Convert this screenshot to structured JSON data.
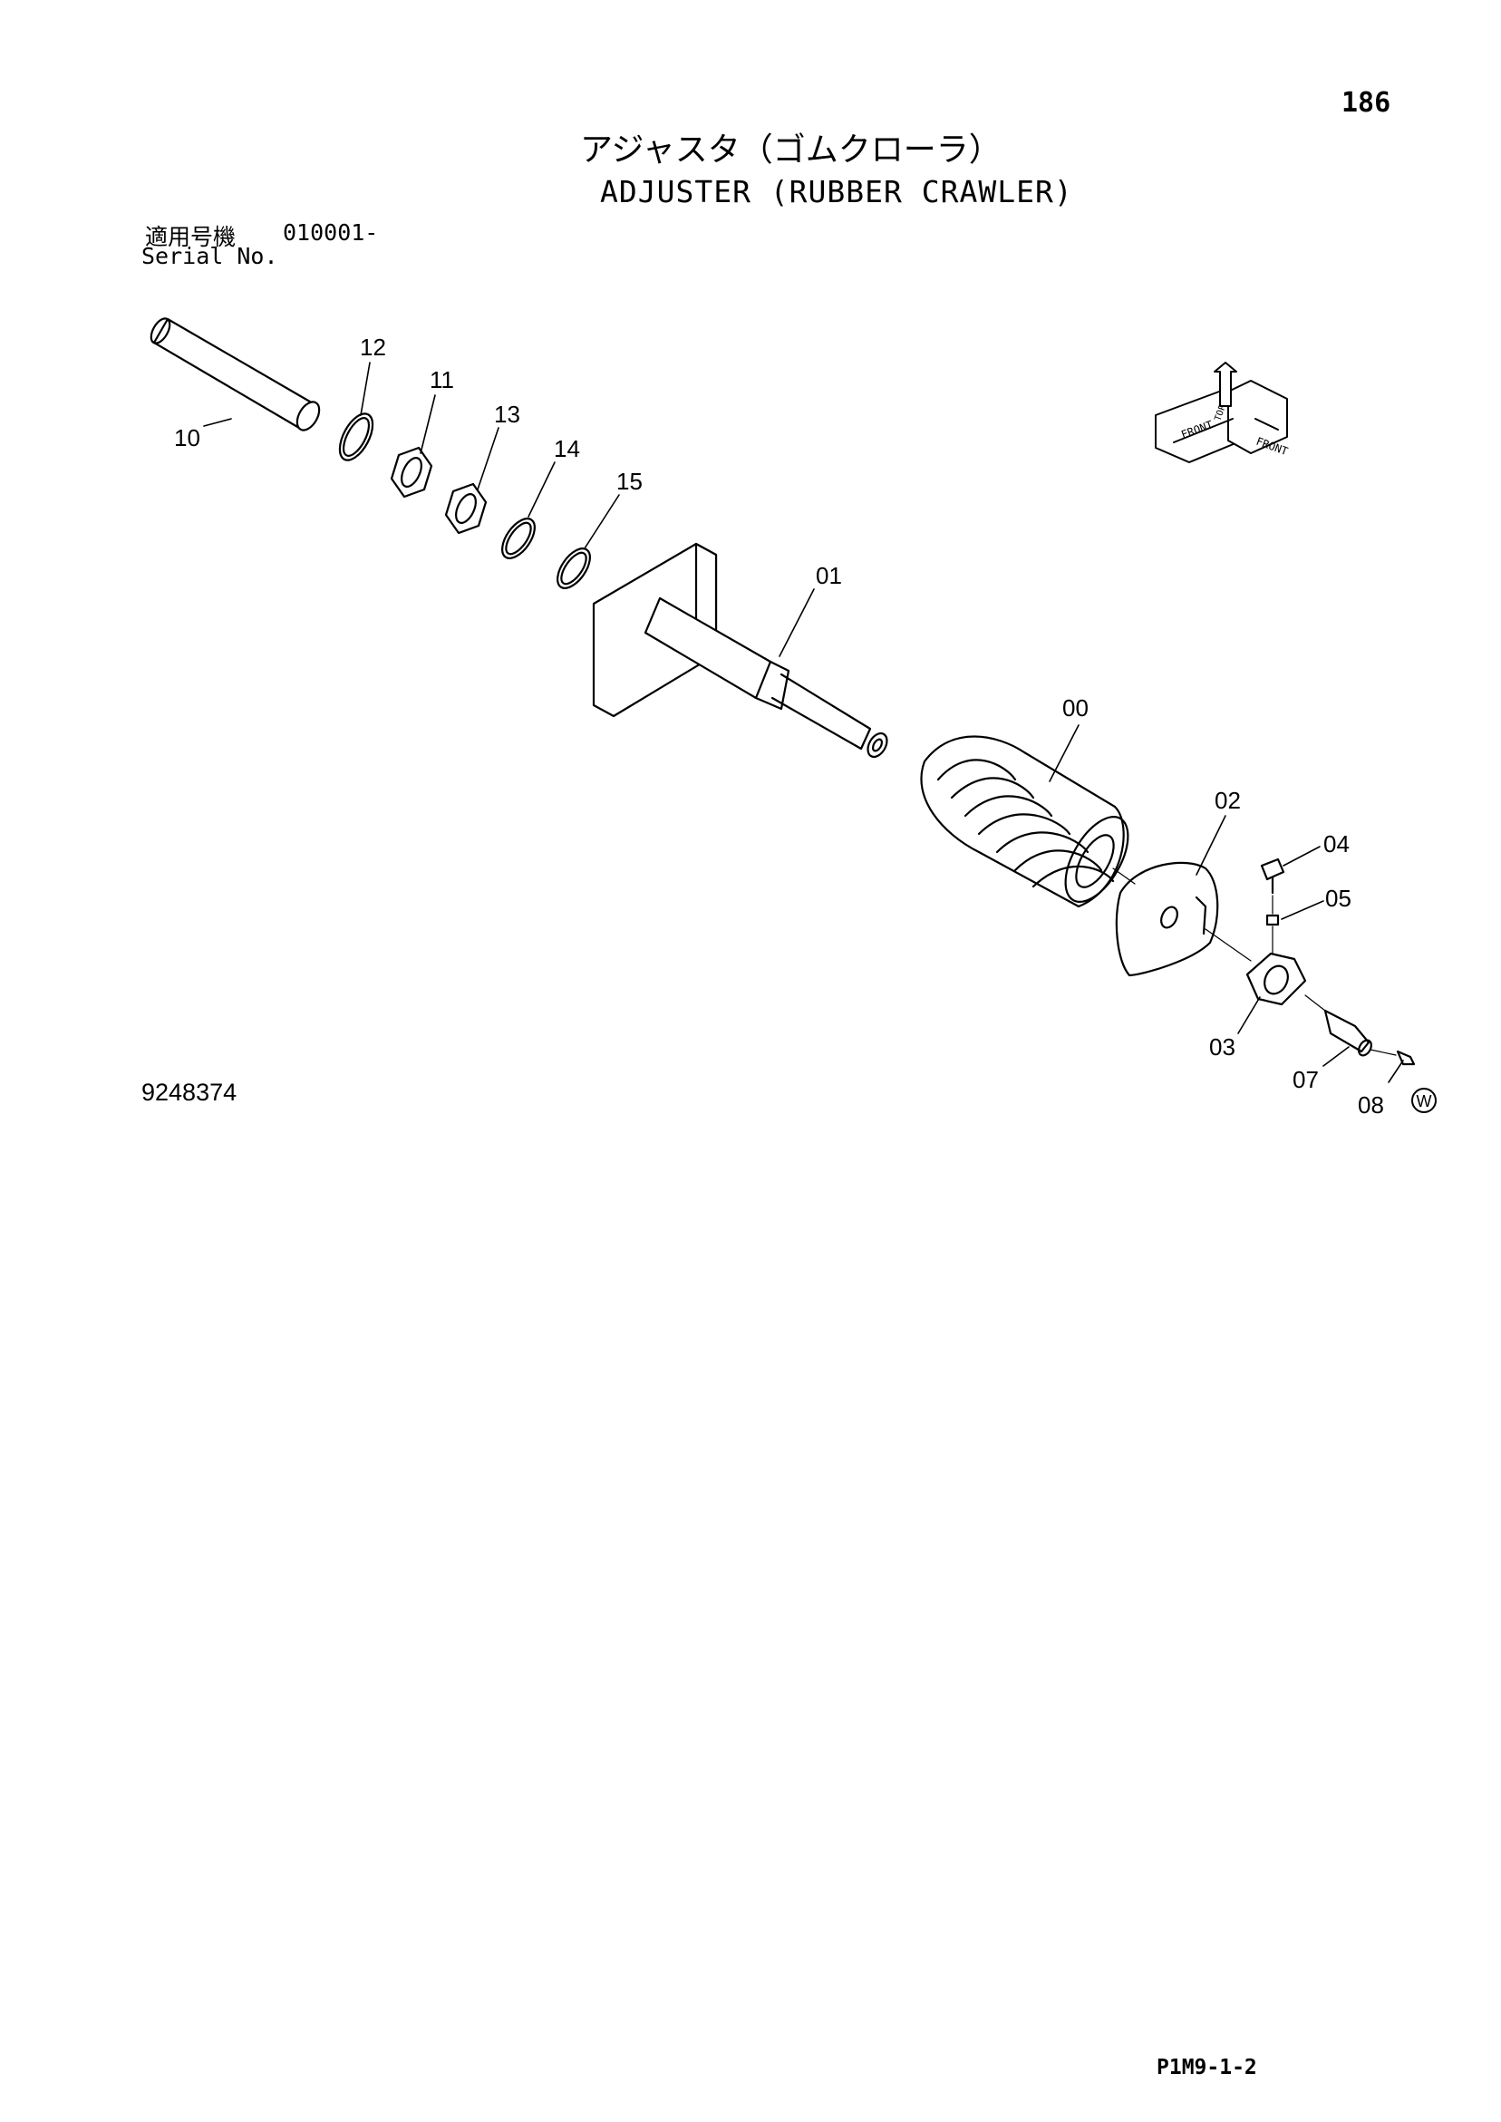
{
  "page": {
    "number": "186",
    "footer_code": "P1M9-1-2"
  },
  "title": {
    "japanese": "アジャスタ（ゴムクローラ）",
    "english": "ADJUSTER (RUBBER CRAWLER)"
  },
  "serial": {
    "label_jp": "適用号機",
    "code": "010001-",
    "label_en": "Serial No."
  },
  "drawing_number": "9248374",
  "parts": {
    "p10": "10",
    "p12": "12",
    "p11": "11",
    "p13": "13",
    "p14": "14",
    "p15": "15",
    "p01": "01",
    "p00": "00",
    "p02": "02",
    "p04": "04",
    "p05": "05",
    "p03": "03",
    "p07": "07",
    "p08": "08"
  },
  "symbols": {
    "w_mark": "W"
  },
  "direction_icon": {
    "front_left": "FRONT",
    "front_right": "FRONT",
    "top": "TOP"
  }
}
